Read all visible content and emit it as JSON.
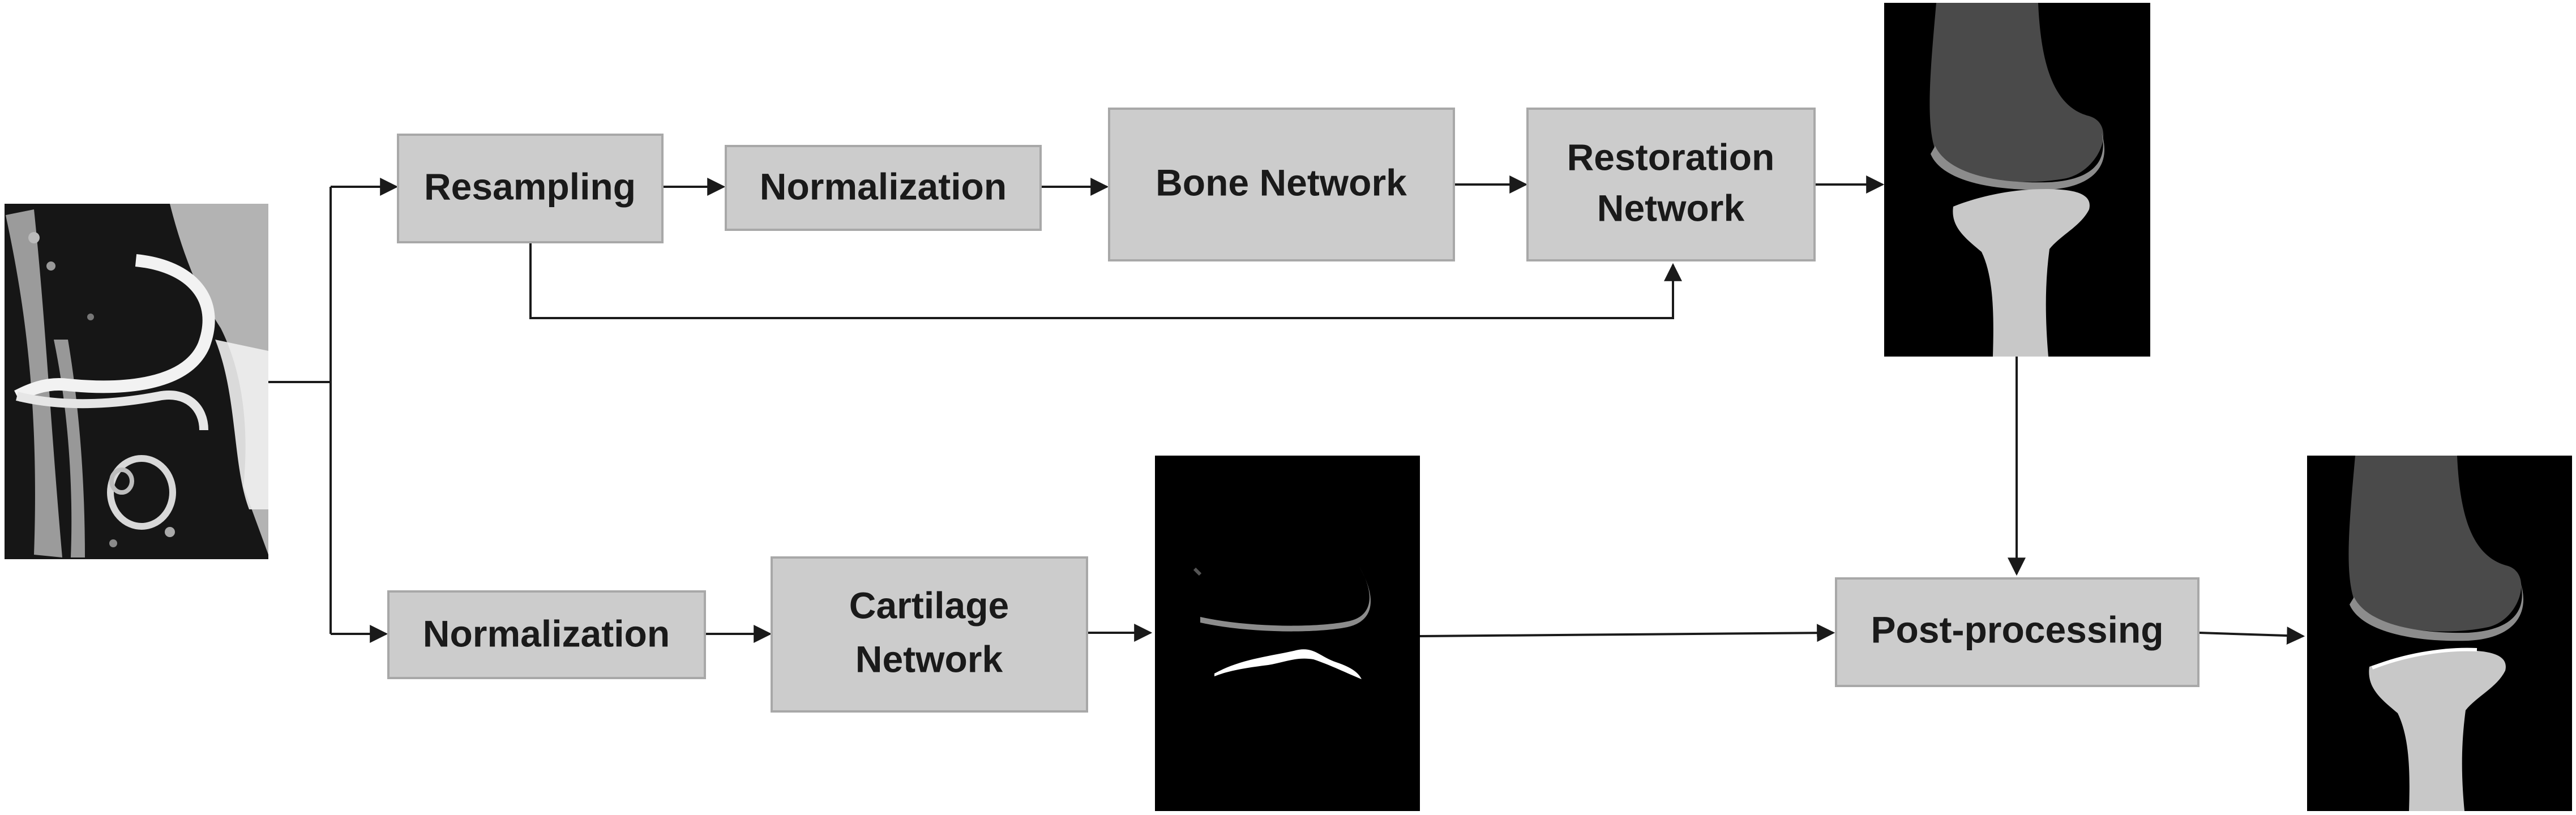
{
  "boxes": {
    "resampling": "Resampling",
    "normalization_top": "Normalization",
    "bone_network": "Bone Network",
    "restoration_network_line1": "Restoration",
    "restoration_network_line2": "Network",
    "normalization_bottom": "Normalization",
    "cartilage_network_line1": "Cartilage",
    "cartilage_network_line2": "Network",
    "post_processing": "Post-processing"
  },
  "colors": {
    "box_fill": "#cccccc",
    "box_border": "#a8a8a8",
    "arrow": "#1a1a1a",
    "image_background": "#000000",
    "femur_gray": "#4a4a4a",
    "tibia_gray": "#c8c8c8",
    "cartilage_gray": "#8c8c8c"
  },
  "images": {
    "input": "knee-mri-sagittal-slice",
    "bone_segmentation": "bone-segmentation-mask",
    "cartilage_segmentation": "cartilage-segmentation-mask",
    "final_segmentation": "final-segmentation-mask"
  }
}
